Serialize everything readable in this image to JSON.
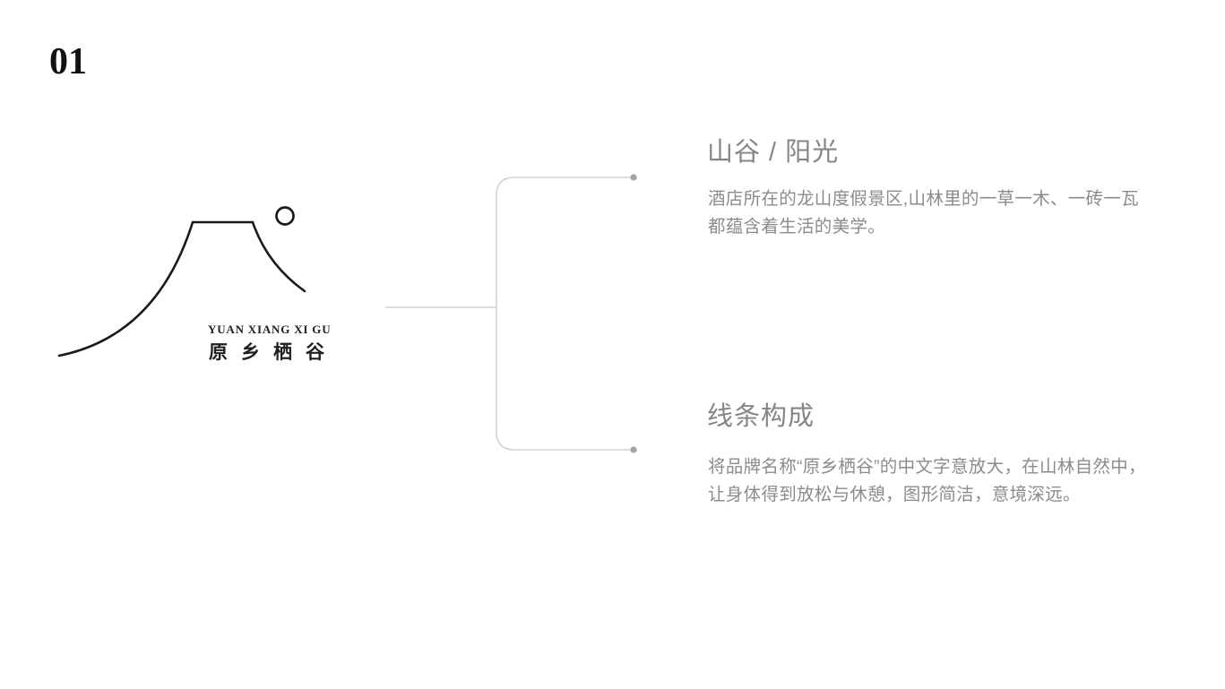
{
  "page": {
    "number": "01",
    "background_color": "#ffffff"
  },
  "logo": {
    "latin_name": "YUAN XIANG XI GU",
    "cjk_name": "原乡栖谷",
    "mark_description": "mountain outline with sun circle",
    "ink_color": "#1a1a1a"
  },
  "connector": {
    "line_color": "#c9c9c9",
    "dot_color": "#a3a3a3"
  },
  "sections": [
    {
      "heading": "山谷 / 阳光",
      "lines": [
        "酒店所在的龙山度假景区,山林里的一草一木、一砖一瓦",
        "都蕴含着生活的美学。"
      ]
    },
    {
      "heading": "线条构成",
      "lines": [
        "将品牌名称“原乡栖谷”的中文字意放大，在山林自然中，",
        "让身体得到放松与休憩，图形简洁，意境深远。"
      ]
    }
  ],
  "colors": {
    "heading_text": "#868686",
    "body_text": "#8b8b8b"
  }
}
